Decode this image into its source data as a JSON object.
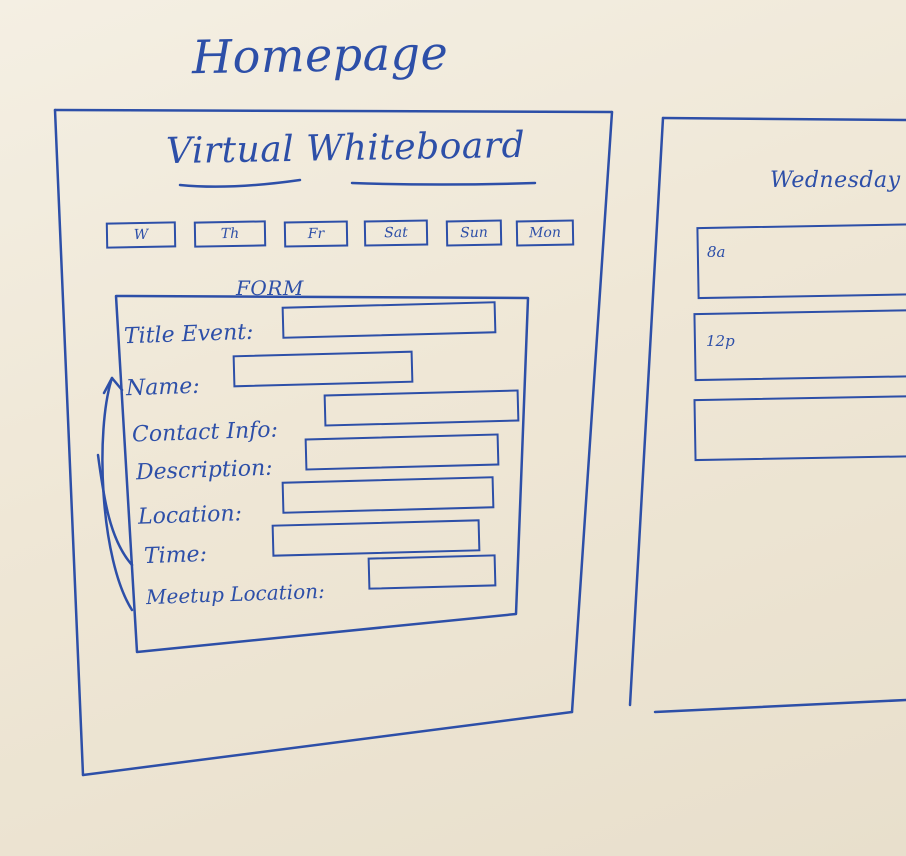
{
  "page_title": "Homepage",
  "app_title": "Virtual Whiteboard",
  "day_tabs": [
    "W",
    "Th",
    "Fr",
    "Sat",
    "Sun",
    "Mon"
  ],
  "form": {
    "heading": "FORM",
    "fields": [
      {
        "label": "Title Event:"
      },
      {
        "label": "Name:"
      },
      {
        "label": "Contact Info:"
      },
      {
        "label": "Description:"
      },
      {
        "label": "Location:"
      },
      {
        "label": "Time:"
      },
      {
        "label": "Meetup Location:"
      }
    ]
  },
  "day_view": {
    "title": "Wednesday",
    "slots": [
      {
        "label": "8a"
      },
      {
        "label": "12p"
      },
      {
        "label": ""
      }
    ]
  },
  "colors": {
    "ink": "#2d4fa8",
    "board": "#f1ead9"
  }
}
